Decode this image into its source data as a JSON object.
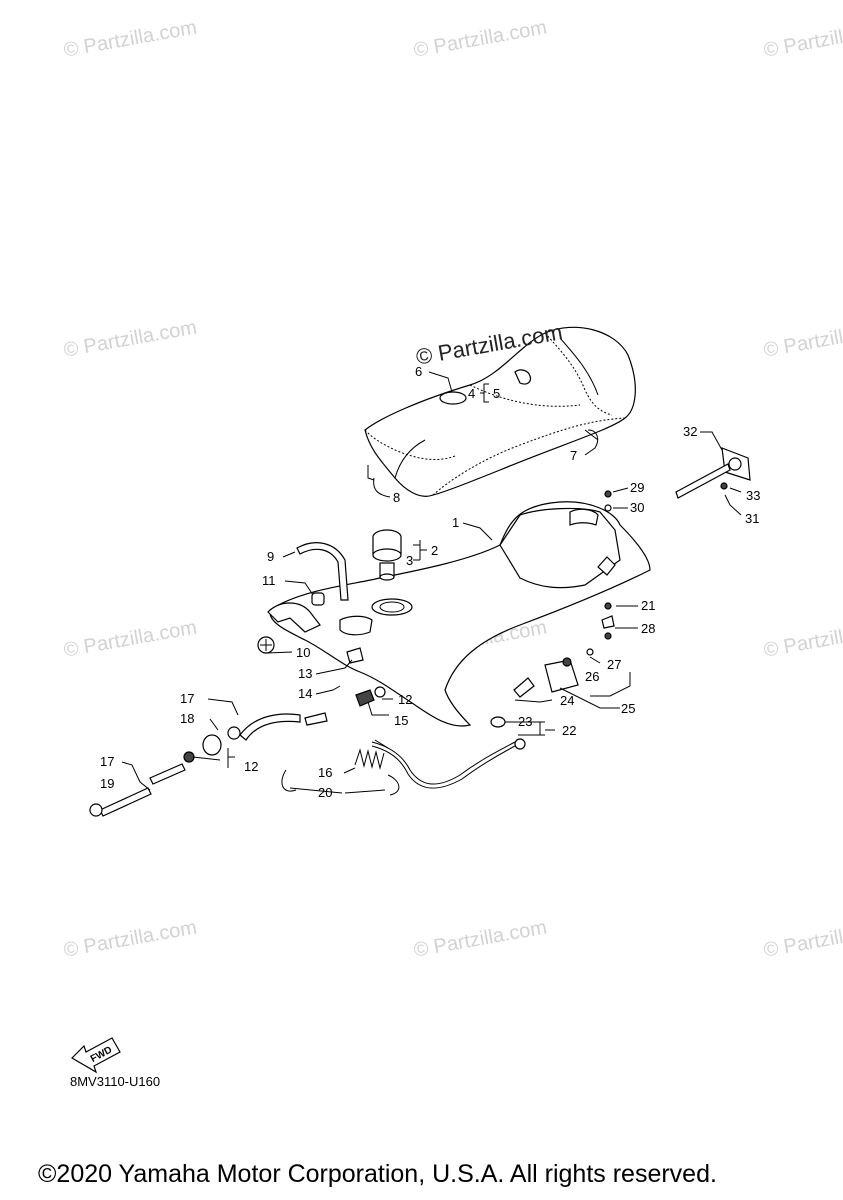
{
  "watermark": "© Partzilla.com",
  "diagram_code": "8MV3110-U160",
  "copyright": "©2020 Yamaha Motor Corporation, U.S.A. All rights reserved.",
  "fwd_label": "FWD",
  "callouts": [
    "1",
    "2",
    "3",
    "4",
    "5",
    "6",
    "7",
    "8",
    "9",
    "10",
    "11",
    "12",
    "12",
    "12",
    "13",
    "14",
    "15",
    "16",
    "17",
    "17",
    "18",
    "19",
    "20",
    "21",
    "22",
    "23",
    "24",
    "25",
    "26",
    "27",
    "28",
    "29",
    "30",
    "31",
    "32",
    "33"
  ]
}
